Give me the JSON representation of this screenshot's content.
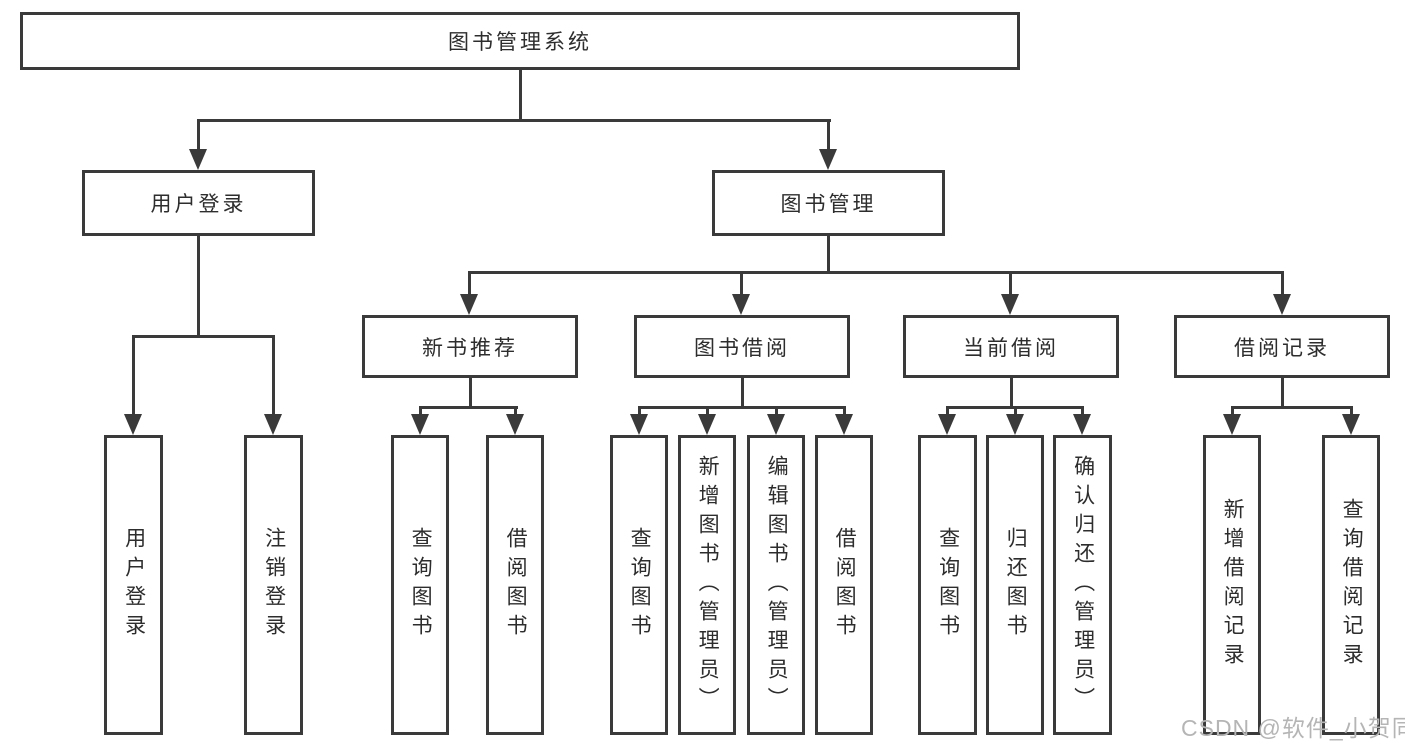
{
  "diagram": {
    "root": {
      "label": "图书管理系统"
    },
    "level1": [
      {
        "label": "用户登录",
        "parent": "图书管理系统"
      },
      {
        "label": "图书管理",
        "parent": "图书管理系统"
      }
    ],
    "level2": [
      {
        "label": "新书推荐",
        "parent": "图书管理"
      },
      {
        "label": "图书借阅",
        "parent": "图书管理"
      },
      {
        "label": "当前借阅",
        "parent": "图书管理"
      },
      {
        "label": "借阅记录",
        "parent": "图书管理"
      }
    ],
    "leaves": [
      {
        "label": "用户登录",
        "parent": "用户登录"
      },
      {
        "label": "注销登录",
        "parent": "用户登录"
      },
      {
        "label": "查询图书",
        "parent": "新书推荐"
      },
      {
        "label": "借阅图书",
        "parent": "新书推荐"
      },
      {
        "label": "查询图书",
        "parent": "图书借阅"
      },
      {
        "label": "新增图书（管理员）",
        "parent": "图书借阅"
      },
      {
        "label": "编辑图书（管理员）",
        "parent": "图书借阅"
      },
      {
        "label": "借阅图书",
        "parent": "图书借阅"
      },
      {
        "label": "查询图书",
        "parent": "当前借阅"
      },
      {
        "label": "归还图书",
        "parent": "当前借阅"
      },
      {
        "label": "确认归还（管理员）",
        "parent": "当前借阅"
      },
      {
        "label": "新增借阅记录",
        "parent": "借阅记录"
      },
      {
        "label": "查询借阅记录",
        "parent": "借阅记录"
      }
    ],
    "watermark": "CSDN @软件_小贺同学",
    "colors": {
      "line": "#3a3a3a",
      "text": "#2d2d2d",
      "watermark": "#b5b5b5",
      "background": "#ffffff"
    }
  }
}
